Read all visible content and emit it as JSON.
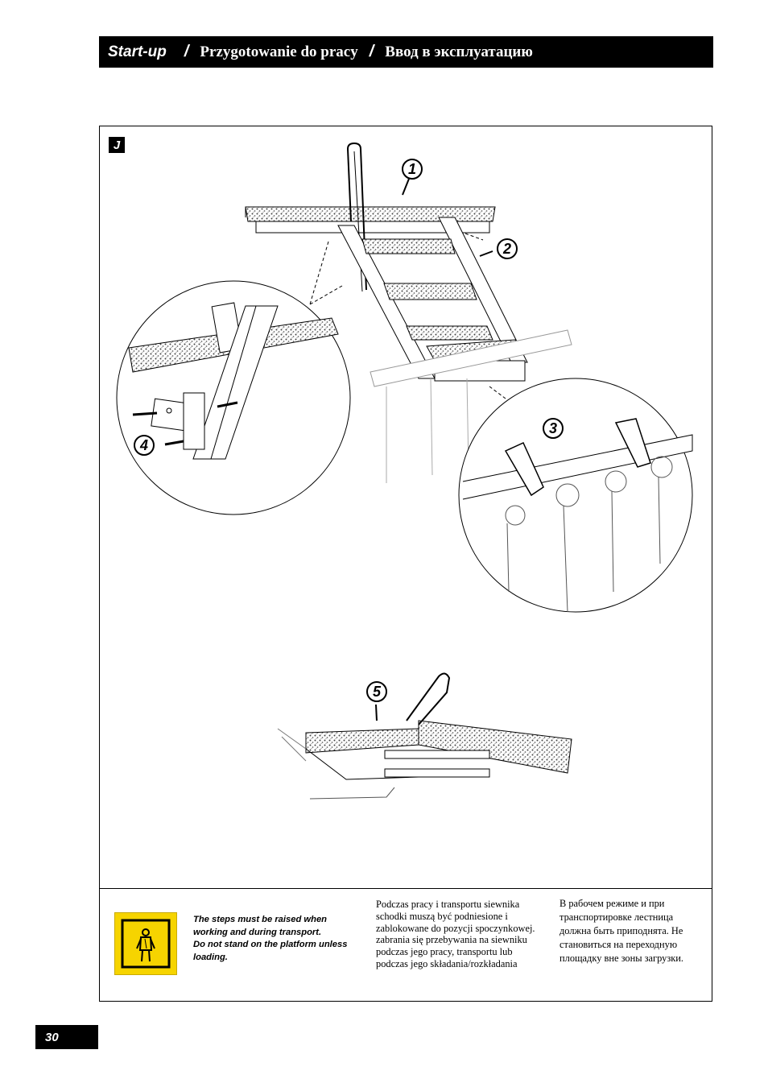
{
  "header": {
    "title_en": "Start-up",
    "title_pl": "Przygotowanie do pracy",
    "title_ru": "Ввод в эксплуатацию",
    "separator": "/"
  },
  "figure": {
    "label": "J",
    "callouts": [
      "1",
      "2",
      "3",
      "4",
      "5"
    ]
  },
  "warning": {
    "icon": "warning-person-icon",
    "text_en": "The steps must be raised when working and during transport.\nDo not stand on the platform unless loading.",
    "text_pl": "Podczas pracy i transportu siewnika schodki muszą być podniesione i zablokowane do pozycji spoczynkowej. zabrania się przebywania na siewniku podczas jego pracy, transportu lub podczas jego składania/rozkładania",
    "text_ru": "В рабочем режиме и при транспортировке лестница должна быть приподнята. Не становиться на переходную площадку вне зоны загрузки."
  },
  "page": {
    "number": "30"
  },
  "colors": {
    "warning_yellow": "#f6d400",
    "header_bg": "#000000"
  }
}
